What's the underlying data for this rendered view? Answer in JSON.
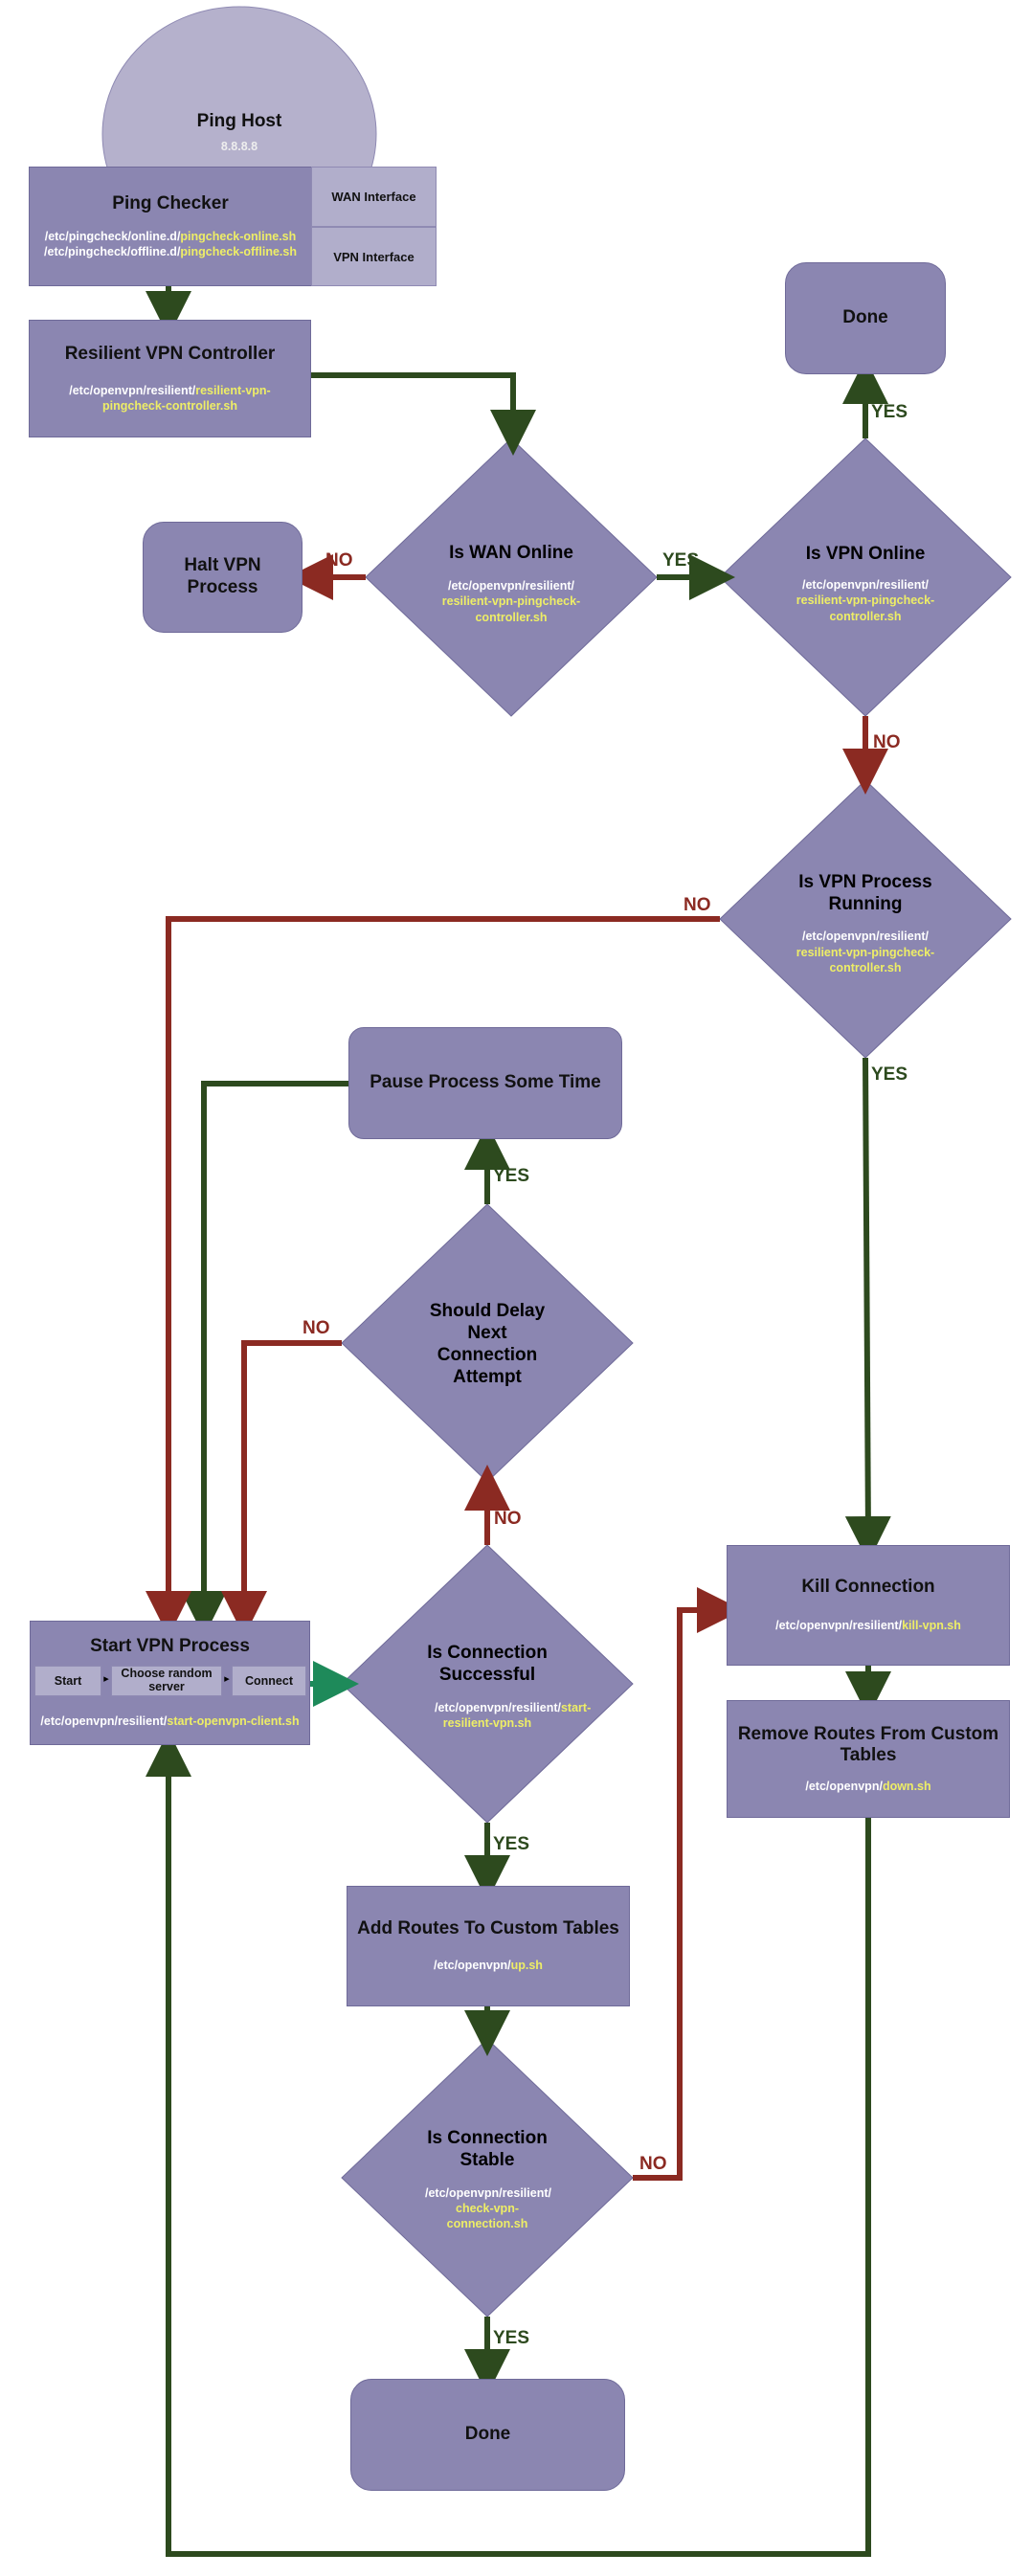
{
  "colors": {
    "node_fill": "#8b86b1",
    "sub_fill": "#b1aecb",
    "yes_line": "#2d4a1e",
    "no_line": "#8b2a22",
    "highlight_text": "#eeee66"
  },
  "ping_host": {
    "title": "Ping Host",
    "ip": "8.8.8.8"
  },
  "ping_checker": {
    "title": "Ping Checker",
    "online_dir": "/etc/pingcheck/online.d/",
    "online_file": "pingcheck-online.sh",
    "offline_dir": "/etc/pingcheck/offline.d/",
    "offline_file": "pingcheck-offline.sh",
    "wan_interface": "WAN Interface",
    "vpn_interface": "VPN Interface"
  },
  "controller": {
    "title": "Resilient VPN Controller",
    "dir": "/etc/openvpn/resilient/",
    "file": "resilient-vpn-pingcheck-controller.sh"
  },
  "wan_online": {
    "title": "Is WAN Online",
    "dir": "/etc/openvpn/resilient/",
    "file": "resilient-vpn-pingcheck-controller.sh"
  },
  "halt": {
    "title": "Halt VPN Process"
  },
  "vpn_online": {
    "title": "Is VPN Online",
    "dir": "/etc/openvpn/resilient/",
    "file": "resilient-vpn-pingcheck-controller.sh"
  },
  "done_top": {
    "title": "Done"
  },
  "vpn_running": {
    "title": "Is VPN Process Running",
    "dir": "/etc/openvpn/resilient/",
    "file": "resilient-vpn-pingcheck-controller.sh"
  },
  "pause": {
    "title": "Pause Process Some Time"
  },
  "should_delay": {
    "title": "Should Delay Next Connection Attempt"
  },
  "start_vpn": {
    "title": "Start VPN Process",
    "step1": "Start",
    "step2": "Choose random server",
    "step3": "Connect",
    "dir": "/etc/openvpn/resilient/",
    "file": "start-openvpn-client.sh"
  },
  "conn_success": {
    "title": "Is Connection Successful",
    "dir": "/etc/openvpn/resilient/",
    "file": "start-resilient-vpn.sh"
  },
  "kill": {
    "title": "Kill Connection",
    "dir": "/etc/openvpn/resilient/",
    "file": "kill-vpn.sh"
  },
  "remove_routes": {
    "title": "Remove Routes From Custom Tables",
    "dir": "/etc/openvpn/",
    "file": "down.sh"
  },
  "add_routes": {
    "title": "Add Routes To Custom Tables",
    "dir": "/etc/openvpn/",
    "file": "up.sh"
  },
  "conn_stable": {
    "title": "Is Connection Stable",
    "dir": "/etc/openvpn/resilient/",
    "file": "check-vpn-connection.sh"
  },
  "done_bottom": {
    "title": "Done"
  },
  "labels": {
    "yes": "YES",
    "no": "NO"
  }
}
